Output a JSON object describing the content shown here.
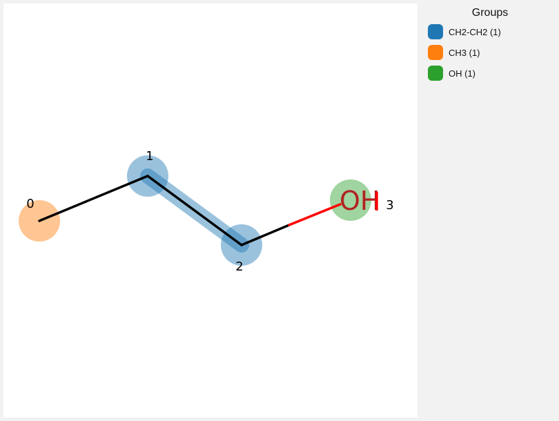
{
  "legend": {
    "title": "Groups",
    "items": [
      {
        "label": "CH2-CH2 (1)",
        "color": "#1f77b4"
      },
      {
        "label": "CH3 (1)",
        "color": "#ff7f0e"
      },
      {
        "label": "OH (1)",
        "color": "#2ca02c"
      }
    ]
  },
  "molecule": {
    "atoms": [
      {
        "index": "0",
        "symbol": "C",
        "group": "CH3"
      },
      {
        "index": "1",
        "symbol": "C",
        "group": "CH2-CH2"
      },
      {
        "index": "2",
        "symbol": "C",
        "group": "CH2-CH2"
      },
      {
        "index": "3",
        "symbol": "OH",
        "group": "OH"
      }
    ],
    "bonds": [
      {
        "from": 0,
        "to": 1
      },
      {
        "from": 1,
        "to": 2
      },
      {
        "from": 2,
        "to": 3
      }
    ],
    "colors": {
      "bond": "#000000",
      "oxygen": "#ff0000",
      "oxygen_label": "#b22222"
    }
  }
}
